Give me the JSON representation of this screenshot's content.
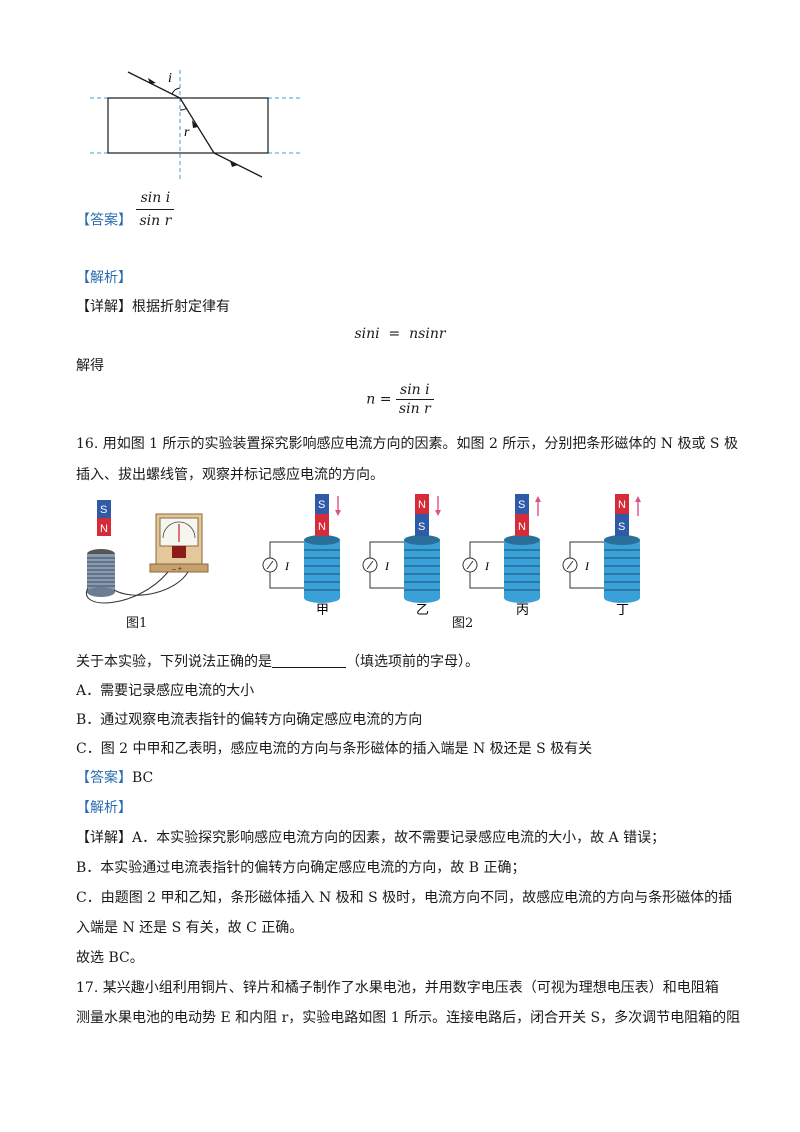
{
  "refraction_figure": {
    "label_i": "i",
    "label_r": "r"
  },
  "q15": {
    "answer_tag": "【答案】",
    "answer_num": "sin i",
    "answer_den": "sin r",
    "analysis_tag": "【解析】",
    "detail_tag": "【详解】",
    "detail_text": "根据折射定律有",
    "eq1": "sini  =  nsinr",
    "solve_text": "解得",
    "eq2_lhs": "n =",
    "eq2_num": "sin i",
    "eq2_den": "sin r"
  },
  "q16": {
    "stem_line1": "16. 用如图 1 所示的实验装置探究影响感应电流方向的因素。如图 2 所示，分别把条形磁体的 N 极或 S 极",
    "stem_line2": "插入、拔出螺线管，观察并标记感应电流的方向。",
    "fig1_caption": "图1",
    "fig2_caption": "图2",
    "coil_labels": [
      "甲",
      "乙",
      "丙",
      "丁"
    ],
    "current_label": "I",
    "pole_S": "S",
    "pole_N": "N",
    "question_before": "关于本实验，下列说法正确的是",
    "question_after": "（填选项前的字母）。",
    "options": [
      "A．需要记录感应电流的大小",
      "B．通过观察电流表指针的偏转方向确定感应电流的方向",
      "C．图 2 中甲和乙表明，感应电流的方向与条形磁体的插入端是 N 极还是 S 极有关"
    ],
    "answer_tag": "【答案】",
    "answer": "BC",
    "analysis_tag": "【解析】",
    "detail_tag": "【详解】",
    "detail_A": "A．本实验探究影响感应电流方向的因素，故不需要记录感应电流的大小，故 A 错误；",
    "detail_B": "B．本实验通过电流表指针的偏转方向确定感应电流的方向，故 B 正确；",
    "detail_C1": "C．由题图 2 甲和乙知，条形磁体插入 N 极和 S 极时，电流方向不同，故感应电流的方向与条形磁体的插",
    "detail_C2": "入端是 N 还是 S 有关，故 C 正确。",
    "conclusion": "故选 BC。"
  },
  "q17": {
    "line1": "17. 某兴趣小组利用铜片、锌片和橘子制作了水果电池，并用数字电压表（可视为理想电压表）和电阻箱",
    "line2": "测量水果电池的电动势 E 和内阻 r，实验电路如图 1 所示。连接电路后，闭合开关 S，多次调节电阻箱的阻"
  },
  "colors": {
    "accent": "#2b6cb0",
    "magnet_red": "#d62c3a",
    "magnet_blue": "#2e5aa8",
    "coil_blue": "#3aa0d8",
    "arrow_pink": "#e0508a"
  }
}
